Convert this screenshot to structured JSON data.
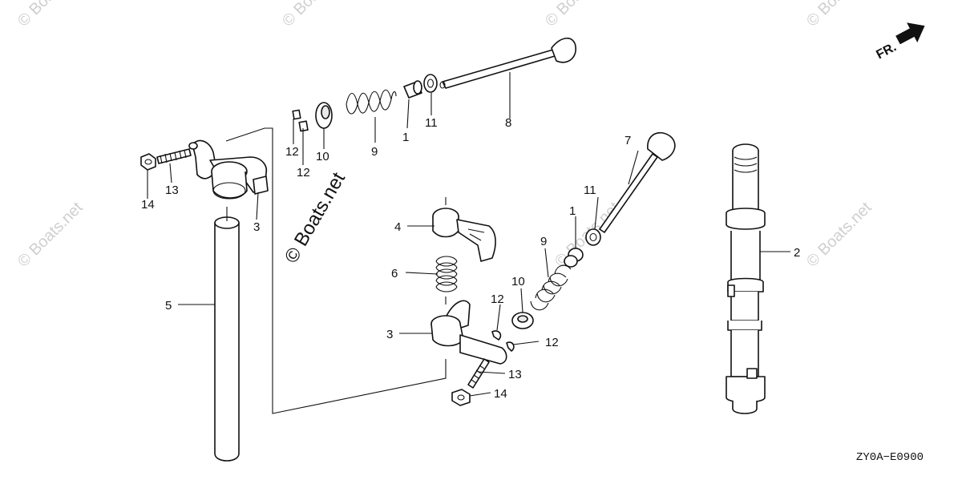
{
  "diagram": {
    "watermark_text": "© Boats.net",
    "watermark_main": "© Boats.net",
    "direction_label": "FR.",
    "diagram_code": "ZY0A−E0900"
  },
  "callouts": {
    "p1_top": "1",
    "p11_top": "11",
    "p8": "8",
    "p12_top_a": "12",
    "p12_top_b": "12",
    "p10_top": "10",
    "p9_top": "9",
    "p14_left": "14",
    "p13_left": "13",
    "p3_left": "3",
    "p5": "5",
    "p7": "7",
    "p11_mid": "11",
    "p1_mid": "1",
    "p4": "4",
    "p6": "6",
    "p9_mid": "9",
    "p10_mid": "10",
    "p12_mid_a": "12",
    "p12_mid_b": "12",
    "p3_mid": "3",
    "p13_mid": "13",
    "p14_mid": "14",
    "p2": "2"
  }
}
